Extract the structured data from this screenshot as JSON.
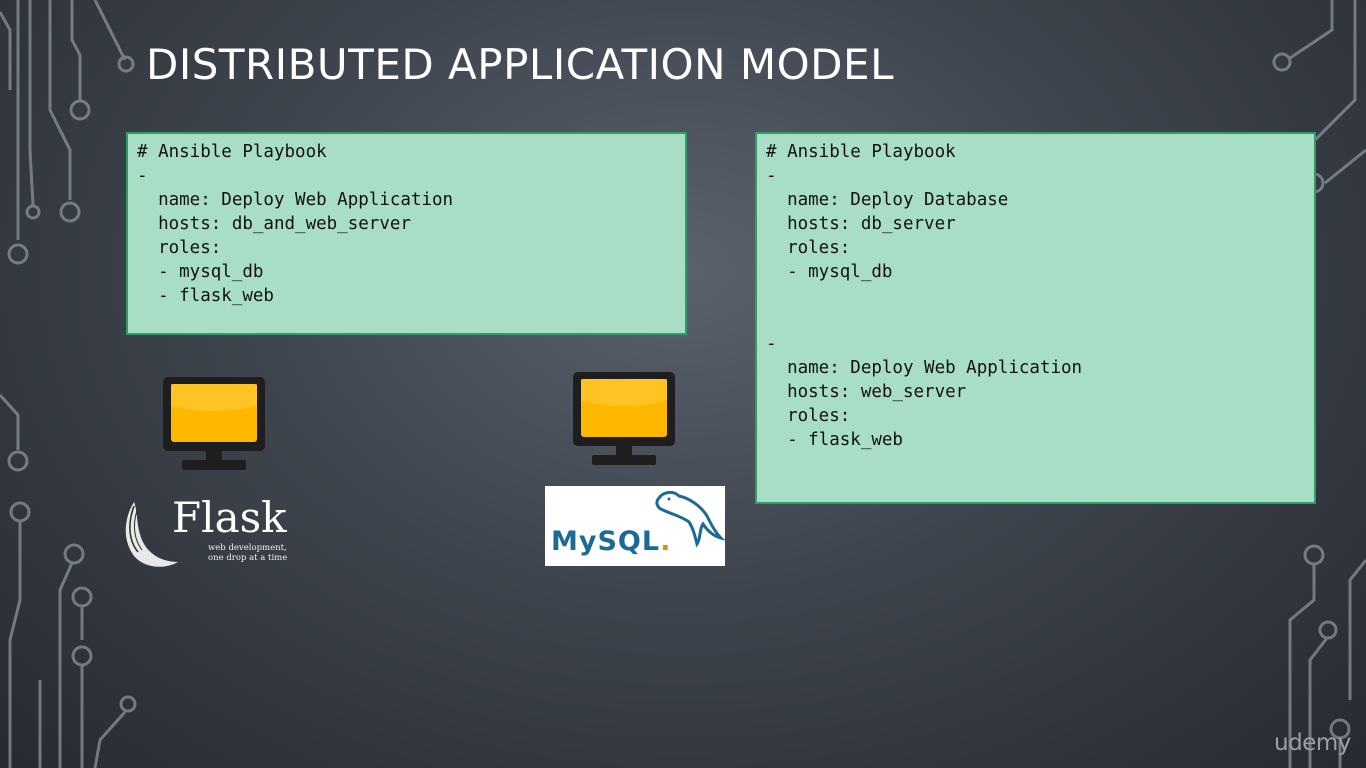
{
  "slide": {
    "title": "DISTRIBUTED APPLICATION MODEL",
    "watermark": "udemy"
  },
  "playbooks": {
    "left": {
      "code": "# Ansible Playbook\n-\n  name: Deploy Web Application\n  hosts: db_and_web_server\n  roles:\n  - mysql_db\n  - flask_web"
    },
    "right": {
      "code": "# Ansible Playbook\n-\n  name: Deploy Database\n  hosts: db_server\n  roles:\n  - mysql_db\n\n\n-\n  name: Deploy Web Application\n  hosts: web_server\n  roles:\n  - flask_web"
    }
  },
  "logos": {
    "flask": {
      "name": "Flask",
      "tagline_line1": "web development,",
      "tagline_line2": "one drop at a time"
    },
    "mysql": {
      "my": "My",
      "sql": "SQL",
      "mark": "."
    }
  },
  "icons": {
    "server_left": "monitor-icon",
    "server_right": "monitor-icon",
    "dolphin": "mysql-dolphin-icon",
    "flask_horn": "flask-horn-icon"
  },
  "colors": {
    "code_bg": "#a8ddc6",
    "code_border": "#2e9e66",
    "monitor_screen": "#ffb800",
    "mysql_blue": "#1c6b93",
    "mysql_orange": "#e48e00"
  }
}
